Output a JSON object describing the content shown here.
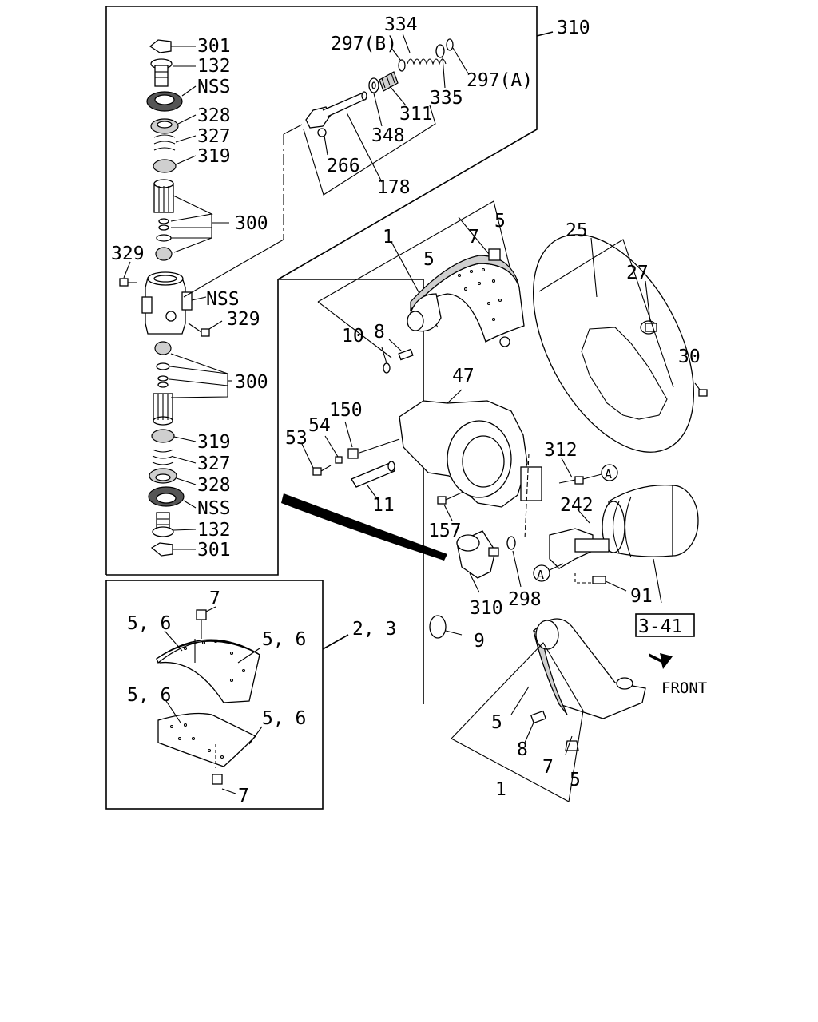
{
  "labels": {
    "l301a": "301",
    "l132a": "132",
    "lnss1": "NSS",
    "l328a": "328",
    "l327a": "327",
    "l319a": "319",
    "l300a": "300",
    "l329a": "329",
    "lnss2": "NSS",
    "l329b": "329",
    "l300b": "300",
    "l319b": "319",
    "l327b": "327",
    "l328b": "328",
    "lnss3": "NSS",
    "l132b": "132",
    "l301b": "301",
    "l334": "334",
    "l297b": "297(B)",
    "l310top": "310",
    "l297a": "297(A)",
    "l335": "335",
    "l311": "311",
    "l348": "348",
    "l266": "266",
    "l178": "178",
    "l1a": "1",
    "l7a": "7",
    "l5a": "5",
    "l5b": "5",
    "l25": "25",
    "l27": "27",
    "l10": "10",
    "l8a": "8",
    "l30": "30",
    "l47": "47",
    "l150": "150",
    "l54": "54",
    "l53": "53",
    "l312": "312",
    "lA1": "A",
    "l11": "11",
    "l242": "242",
    "l157": "157",
    "lA2": "A",
    "l310mid": "310",
    "l298": "298",
    "l91": "91",
    "lref": "3-41",
    "l9": "9",
    "lfront": "FRONT",
    "l7b": "7",
    "l56a": "5, 6",
    "l56b": "5, 6",
    "l23": "2, 3",
    "l56c": "5, 6",
    "l56d": "5, 6",
    "l7c": "7",
    "l5c": "5",
    "l8b": "8",
    "l7d": "7",
    "l1b": "1",
    "l5d": "5"
  }
}
